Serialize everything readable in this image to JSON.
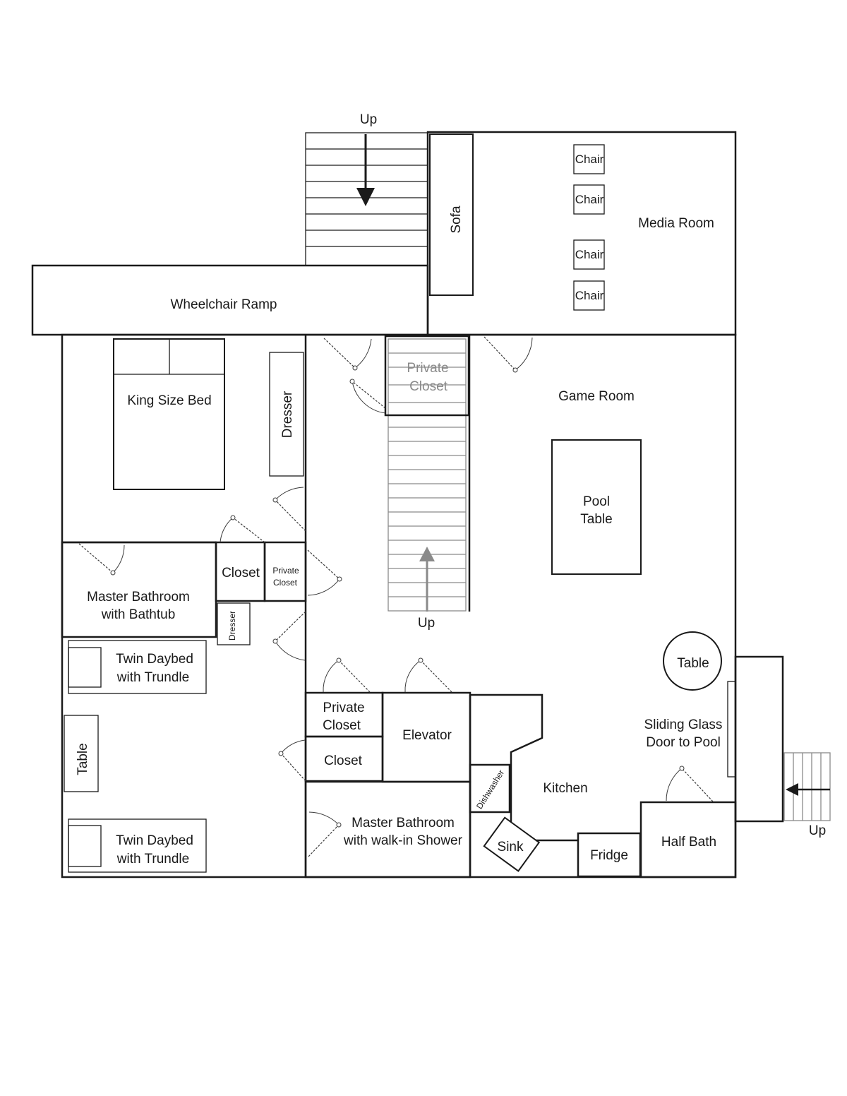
{
  "labels": {
    "up_top": "Up",
    "media_room": "Media Room",
    "sofa": "Sofa",
    "chair_1": "Chair",
    "chair_2": "Chair",
    "chair_3": "Chair",
    "chair_4": "Chair",
    "wheelchair_ramp": "Wheelchair Ramp",
    "king_bed": "King Size Bed",
    "dresser_main": "Dresser",
    "private_closet_top_1": "Private",
    "private_closet_top_2": "Closet",
    "game_room": "Game Room",
    "pool_table_1": "Pool",
    "pool_table_2": "Table",
    "up_middle": "Up",
    "closet_small": "Closet",
    "private_closet_small_1": "Private",
    "private_closet_small_2": "Closet",
    "master_bath_tub_1": "Master Bathroom",
    "master_bath_tub_2": "with Bathtub",
    "dresser_small": "Dresser",
    "twin_daybed_1a": "Twin Daybed",
    "twin_daybed_1b": "with Trundle",
    "table_left": "Table",
    "twin_daybed_2a": "Twin Daybed",
    "twin_daybed_2b": "with Trundle",
    "private_closet_bottom_1": "Private",
    "private_closet_bottom_2": "Closet",
    "closet_bottom": "Closet",
    "elevator": "Elevator",
    "master_bath_shower_1": "Master Bathroom",
    "master_bath_shower_2": "with walk-in Shower",
    "dishwasher": "Dishwasher",
    "sink": "Sink",
    "kitchen": "Kitchen",
    "fridge": "Fridge",
    "half_bath": "Half Bath",
    "table_round": "Table",
    "sliding_door_1": "Sliding Glass",
    "sliding_door_2": "Door to Pool",
    "up_right": "Up"
  }
}
